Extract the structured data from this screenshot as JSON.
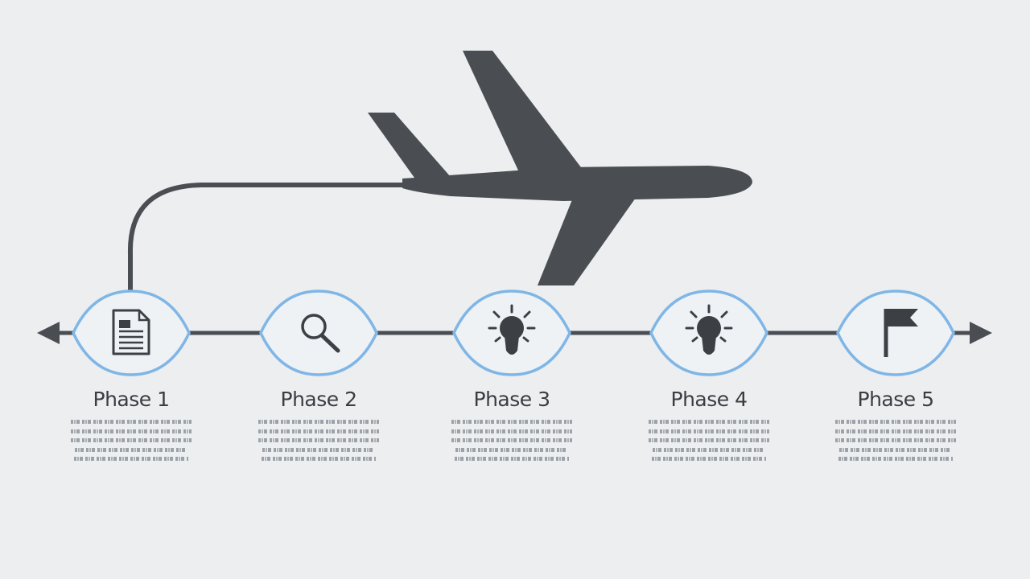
{
  "brand": {
    "line_color": "#4a4d52",
    "node_border_color": "#7fb6e6",
    "node_fill_color": "#eef2f5",
    "icon_color": "#3c3f44",
    "background": "#eceef0"
  },
  "airplane": {
    "icon": "airplane-icon"
  },
  "phases": [
    {
      "title": "Phase 1",
      "icon": "document-icon"
    },
    {
      "title": "Phase 2",
      "icon": "magnifier-icon"
    },
    {
      "title": "Phase 3",
      "icon": "lightbulb-icon"
    },
    {
      "title": "Phase 4",
      "icon": "lightbulb-icon"
    },
    {
      "title": "Phase 5",
      "icon": "flag-icon"
    }
  ]
}
